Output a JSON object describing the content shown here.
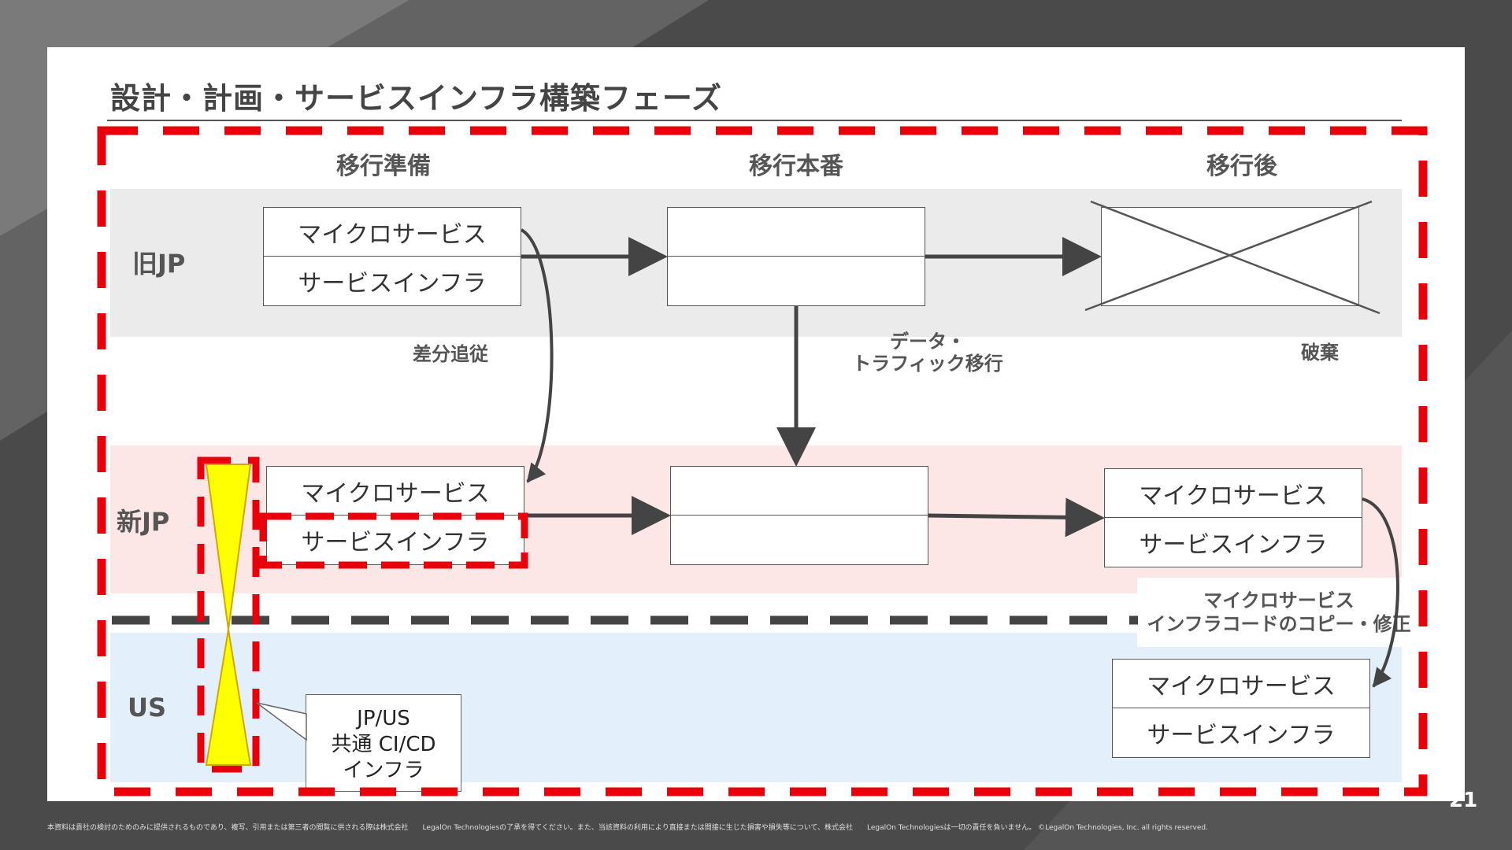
{
  "slide": {
    "title": "設計・計画・サービスインフラ構築フェーズ",
    "page_number": "21",
    "footer": "本資料は貴社の検討のためのみに提供されるものであり、複写、引用または第三者の閲覧に供される際は株式会社　　LegalOn Technologiesの了承を得てください。また、当該資料の利用により直接または間接に生じた損害や損失等について、株式会社　　LegalOn Technologiesは一切の責任を負いません。 ©LegalOn Technologies, Inc. all rights reserved."
  },
  "phases": [
    "移行準備",
    "移行本番",
    "移行後"
  ],
  "rows": {
    "old_jp": "旧JP",
    "new_jp": "新JP",
    "us": "US"
  },
  "boxes": {
    "microservice": "マイクロサービス",
    "service_infra": "サービスインフラ"
  },
  "notes": {
    "diff_follow": "差分追従",
    "data_traffic_line1": "データ・",
    "data_traffic_line2": "トラフィック移行",
    "discard": "破棄",
    "copy_line1": "マイクロサービス",
    "copy_line2": "インフラコードのコピー・修正"
  },
  "callout": {
    "line1": "JP/US",
    "line2": "共通 CI/CD",
    "line3": "インフラ"
  },
  "colors": {
    "highlight_red": "#e8000a",
    "hourglass_yellow": "#ffff00",
    "arrow_gray": "#444444"
  }
}
